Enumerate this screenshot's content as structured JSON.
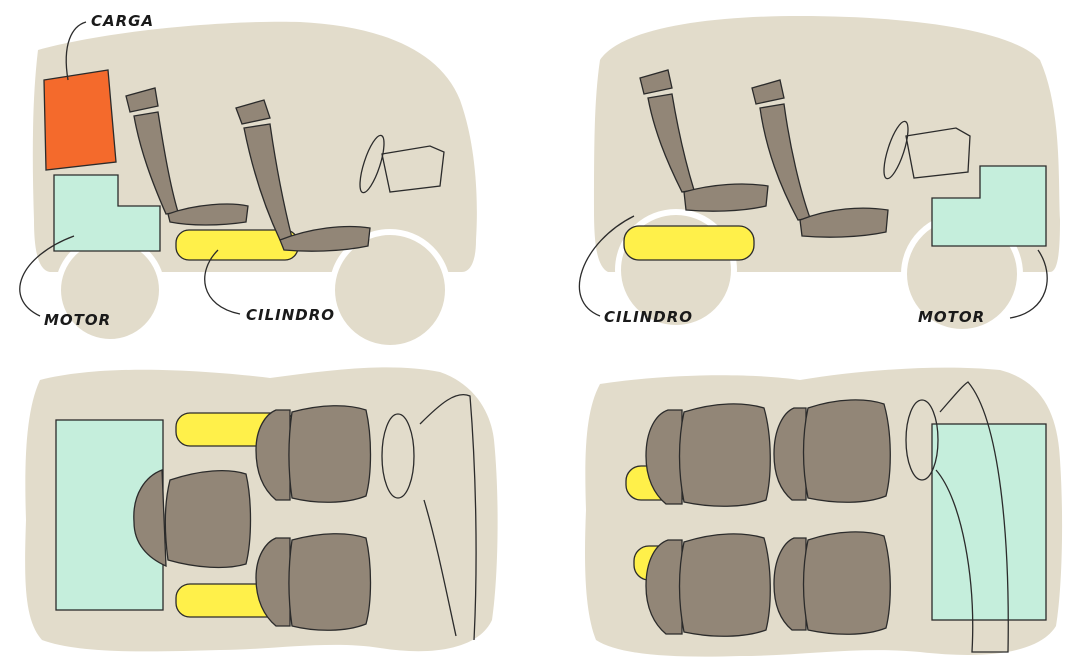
{
  "labels": {
    "carga": "CARGA",
    "motor": "MOTOR",
    "cilindro": "CILINDRO"
  },
  "colors": {
    "body": "#e2dccb",
    "seat": "#928677",
    "cylinder": "#fff04a",
    "engine": "#c5eedc",
    "cargo": "#f46a2c",
    "outline": "#2b2b2b"
  }
}
